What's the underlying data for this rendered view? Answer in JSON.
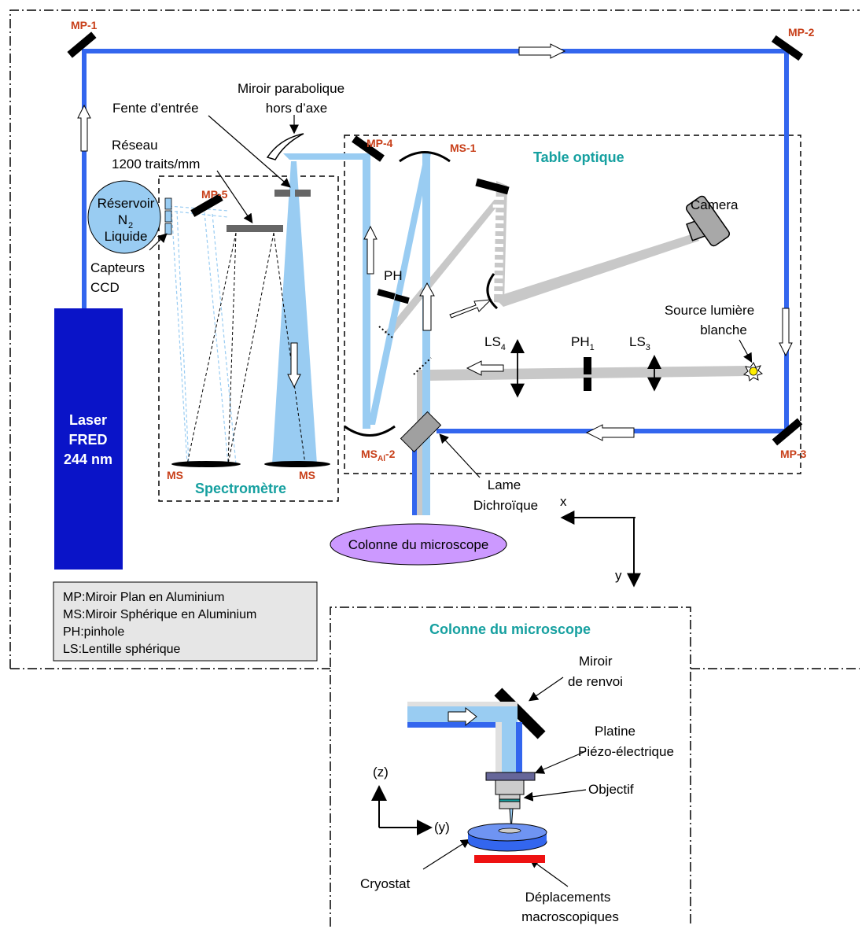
{
  "mirrors": {
    "mp1": "MP-1",
    "mp2": "MP-2",
    "mp3": "MP-3",
    "mp4": "MP-4",
    "mp5": "MP-5",
    "ms1": "MS-1",
    "ms_al2_main": "MS",
    "ms_al2_sub": "Al",
    "ms_al2_suffix": "-2",
    "ms_left": "MS",
    "ms_right": "MS"
  },
  "labels": {
    "miroir_parabolique_1": "Miroir parabolique",
    "miroir_parabolique_2": "hors d’axe",
    "fente": "Fente d’entrée",
    "reseau_1": "Réseau",
    "reseau_2": "1200 traits/mm",
    "reservoir_1": "Réservoir",
    "reservoir_n": "N",
    "reservoir_n_sub": "2",
    "reservoir_3": "Liquide",
    "capteurs_1": "Capteurs",
    "capteurs_2": "CCD",
    "table_optique": "Table optique",
    "camera": "Camera",
    "pinhole": "PH",
    "source_1": "Source lumière",
    "source_2": "blanche",
    "ls4": "LS",
    "ls4_sub": "4",
    "ph1": "PH",
    "ph1_sub": "1",
    "ls3": "LS",
    "ls3_sub": "3",
    "laser_1": "Laser",
    "laser_2": "FRED",
    "laser_3": "244 nm",
    "spectrometre": "Spectromètre",
    "lame_1": "Lame",
    "lame_2": "Dichroïque",
    "colonne_ellipse": "Colonne du microscope",
    "axis_x": "x",
    "axis_y": "y",
    "colonne_title": "Colonne du microscope",
    "miroir_renvoi_1": "Miroir",
    "miroir_renvoi_2": "de renvoi",
    "platine_1": "Platine",
    "platine_2": "Piézo-électrique",
    "objectif": "Objectif",
    "axis_z2": "(z)",
    "axis_y2": "(y)",
    "cryostat": "Cryostat",
    "deplacements_1": "Déplacements",
    "deplacements_2": "macroscopiques"
  },
  "legend": [
    "MP:Miroir Plan en Aluminium",
    "MS:Miroir Sphérique en Aluminium",
    "PH:pinhole",
    "LS:Lentille sphérique"
  ],
  "colors": {
    "laser_beam": "#3366ee",
    "light_beam": "#99ccf2",
    "laser_box": "#0a14c8",
    "grey_beam": "#c8c8c8",
    "ellipse": "#cc99ff",
    "accent_red": "#c8401a",
    "teal": "#16a0a0"
  }
}
